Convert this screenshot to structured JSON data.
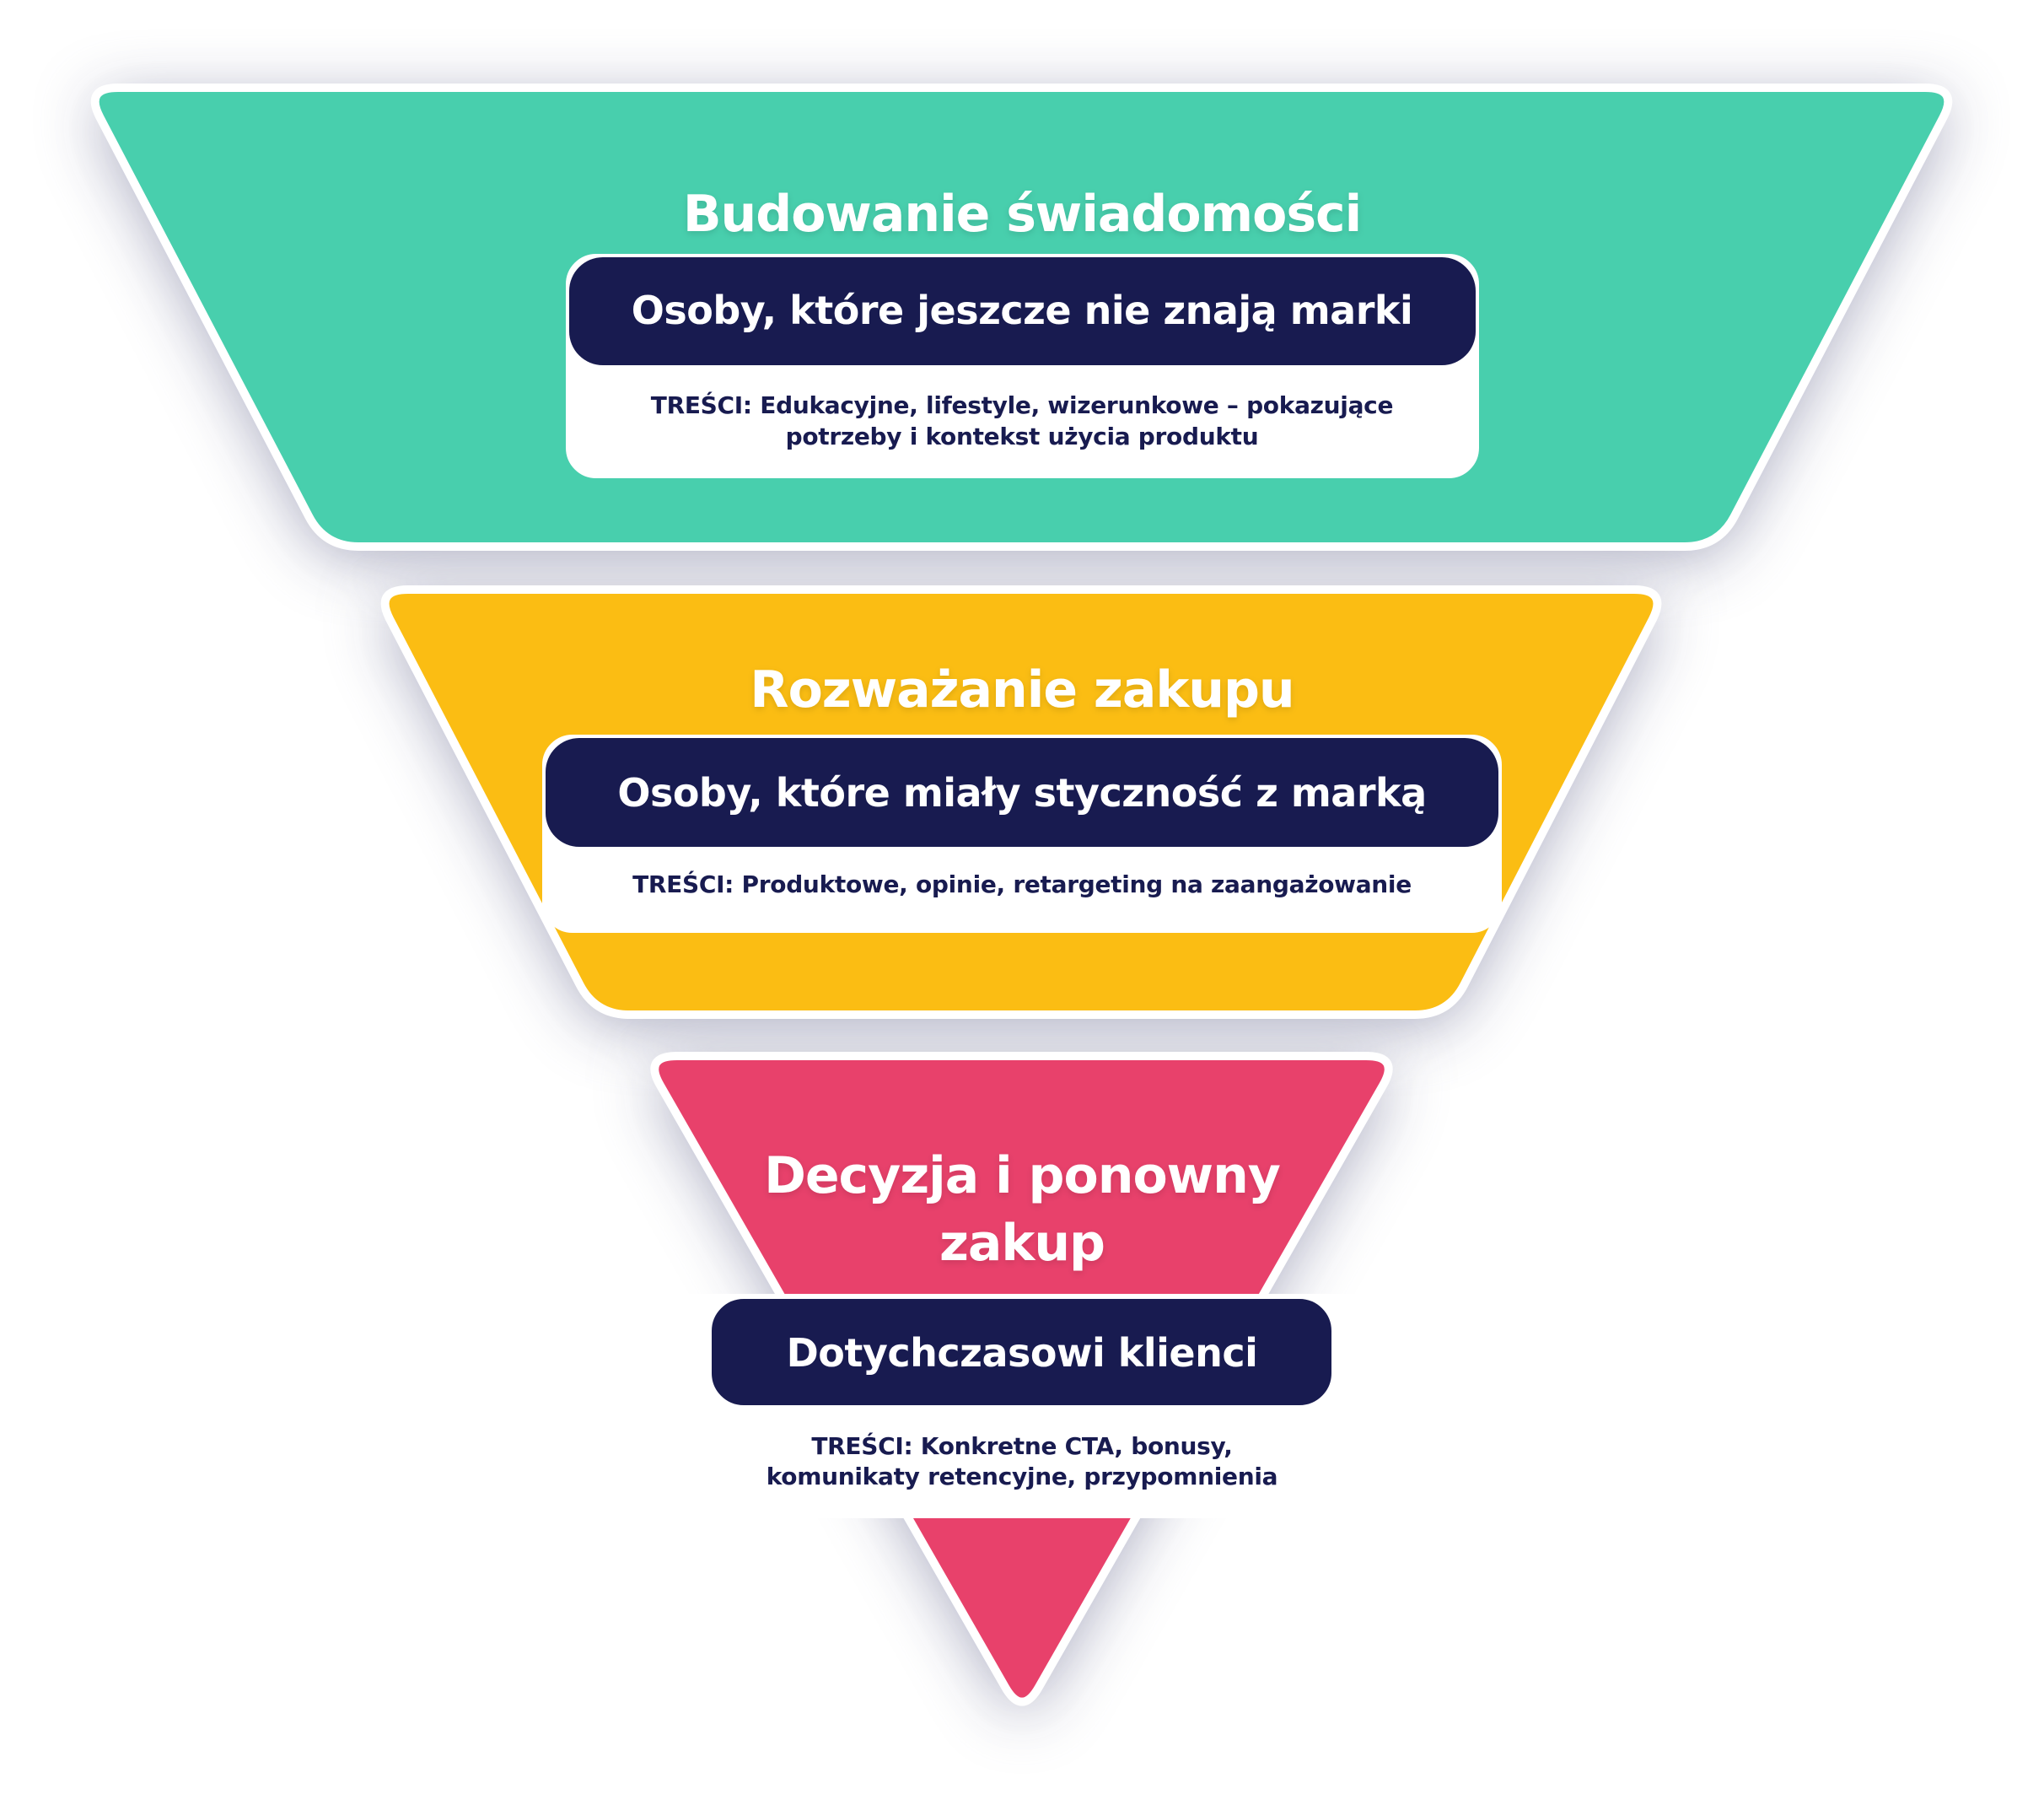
{
  "colors": {
    "stage1": "#48CFAD",
    "stage2": "#FBBD13",
    "stage3": "#E8416B",
    "navy": "#181B50",
    "border": "#FFFFFF",
    "shadow": "#A4A6BC"
  },
  "stages": [
    {
      "title_lines": [
        "Budowanie świadomości"
      ],
      "audience": "Osoby, które jeszcze nie znają marki",
      "content_lines": [
        "TREŚCI: Edukacyjne, lifestyle, wizerunkowe – pokazujące",
        "potrzeby i kontekst użycia produktu"
      ]
    },
    {
      "title_lines": [
        "Rozważanie zakupu"
      ],
      "audience": "Osoby, które miały styczność z marką",
      "content_lines": [
        "TREŚCI: Produktowe, opinie, retargeting na zaangażowanie"
      ]
    },
    {
      "title_lines": [
        "Decyzja i ponowny",
        "zakup"
      ],
      "audience": "Dotychczasowi klienci",
      "content_lines": [
        "TREŚCI: Konkretne CTA, bonusy,",
        "komunikaty retencyjne, przypomnienia"
      ]
    }
  ]
}
